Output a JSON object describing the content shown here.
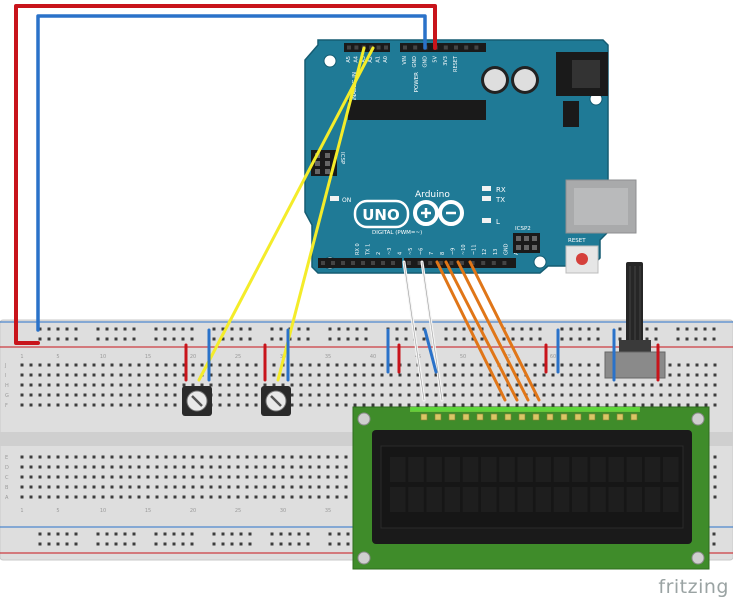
{
  "brand": "fritzing",
  "arduino": {
    "model": "UNO",
    "maker": "Arduino",
    "on_label": "ON",
    "tx_label": "TX",
    "rx_label": "RX",
    "l_label": "L",
    "icsp_label": "ICSP",
    "icsp2_label": "ICSP2",
    "reset_label": "RESET",
    "digital_label": "DIGITAL (PWM=~)",
    "analog_label": "ANALOG IN",
    "power_label": "POWER",
    "analog_pins": [
      "A5",
      "A4",
      "A3",
      "A2",
      "A1",
      "A0"
    ],
    "power_pins": [
      "VIN",
      "GND",
      "GND",
      "5V",
      "3V3",
      "RESET"
    ],
    "digital_pins": [
      "AREF",
      "GND",
      "13",
      "12",
      "~11",
      "~10",
      "~9",
      "8",
      "7",
      "~6",
      "~5",
      "4",
      "~3",
      "2",
      "TX 1",
      "RX 0"
    ]
  },
  "breadboard": {
    "row_letters_top": [
      "J",
      "I",
      "H",
      "G",
      "F"
    ],
    "row_letters_bottom": [
      "E",
      "D",
      "C",
      "B",
      "A"
    ],
    "column_numbers": [
      "1",
      "5",
      "10",
      "15",
      "20",
      "25",
      "30",
      "35",
      "40",
      "45",
      "50",
      "55",
      "60"
    ]
  },
  "colors": {
    "board": "#1f7a96",
    "board_dark": "#155c72",
    "breadboard": "#dedede",
    "wire_red": "#c8141b",
    "wire_blue": "#2a72c9",
    "wire_yellow": "#f4ec2a",
    "wire_orange": "#e07618",
    "wire_white": "#f5f5f5",
    "lcd_pcb": "#3f8c2a",
    "lcd_screen": "#161616"
  }
}
